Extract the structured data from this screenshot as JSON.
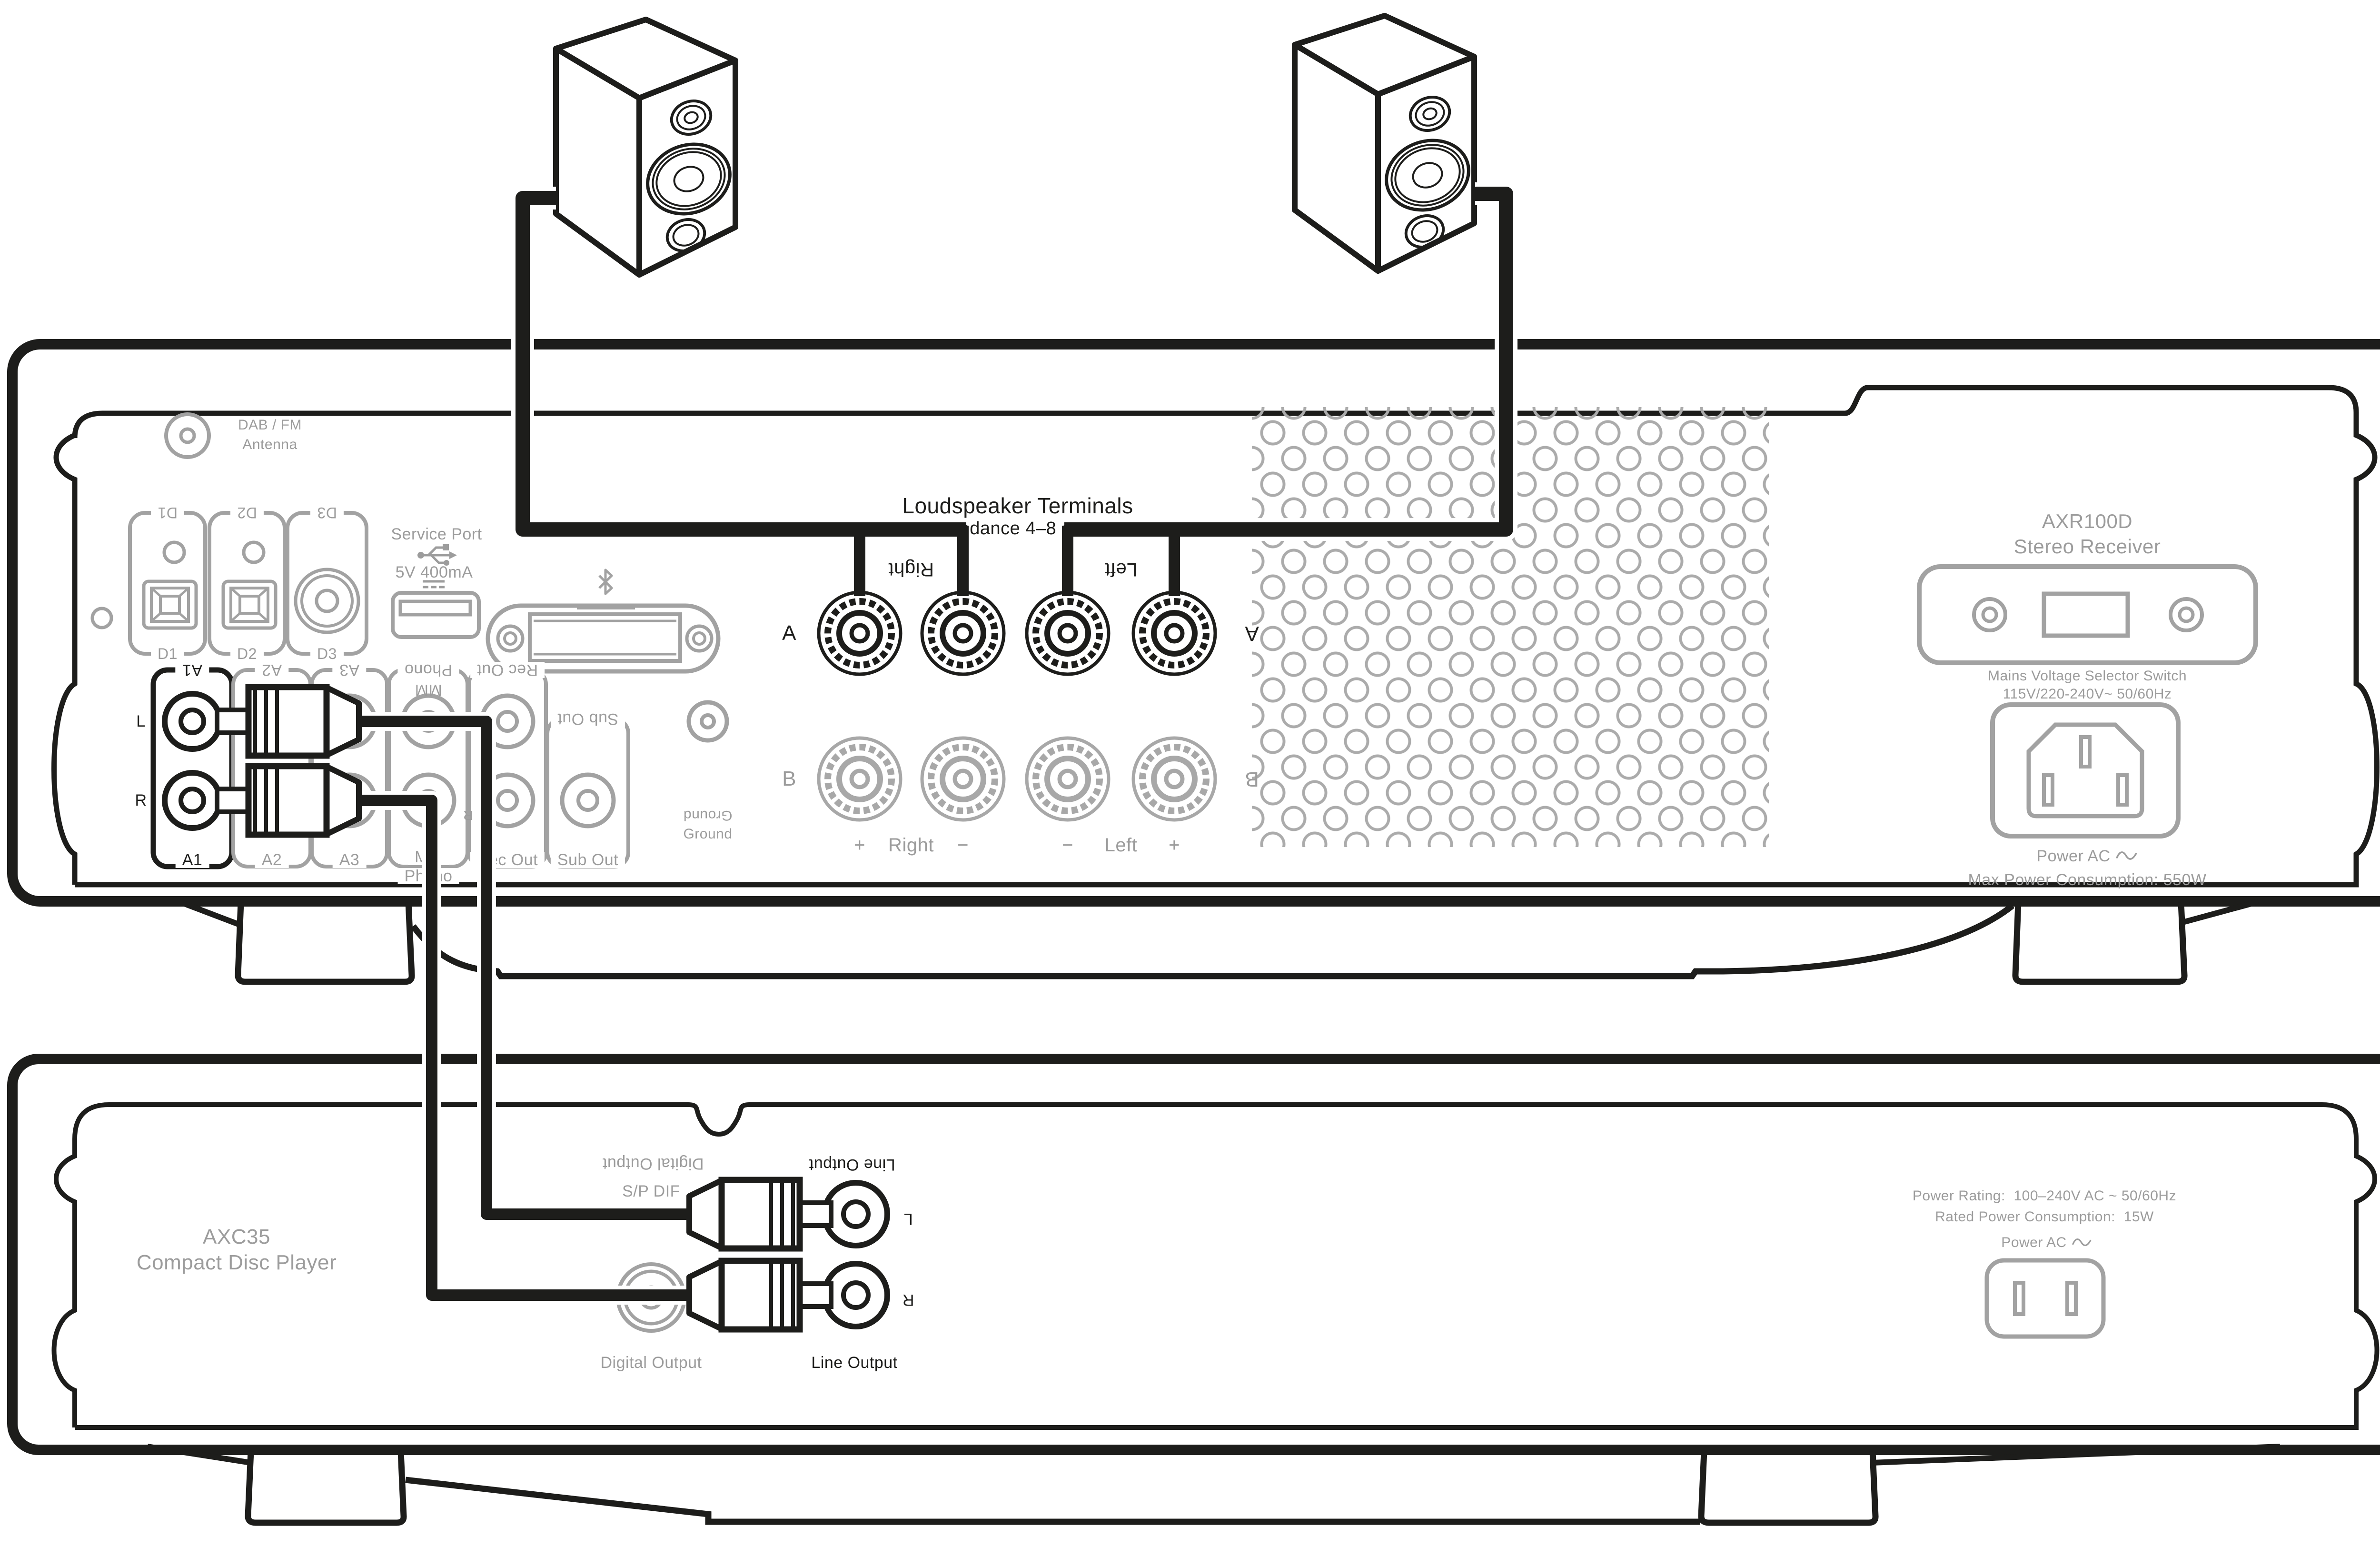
{
  "colors": {
    "line_black": "#1d1d1b",
    "line_grey": "#a2a2a2",
    "text_grey": "#9c9c9c",
    "background": "#ffffff"
  },
  "receiver": {
    "antenna": {
      "line1": "DAB / FM",
      "line2": "Antenna"
    },
    "digital_inputs": {
      "d1": "D1",
      "d2": "D2",
      "d3": "D3"
    },
    "service_port": {
      "title": "Service Port",
      "rating": "5V 400mA",
      "usb_icon": "usb-icon",
      "dc_icon": "dc-symbol-icon"
    },
    "bluetooth": {
      "icon": "bluetooth-icon"
    },
    "inputs": {
      "a1": "A1",
      "a2": "A2",
      "a3": "A3",
      "mm": "MM",
      "phono": "Phono",
      "rec_out": "Rec Out",
      "sub_out": "Sub Out",
      "left_ch": "L",
      "right_ch": "R",
      "phono_r_mark": "R",
      "ground": "Ground"
    },
    "speaker_terminals": {
      "title": "Loudspeaker Terminals",
      "subtitle": "Impedance 4–8 ohms",
      "row_a": "A",
      "row_b": "B",
      "plus": "+",
      "minus": "−",
      "right": "Right",
      "left": "Left"
    },
    "model": {
      "line1": "AXR100D",
      "line2": "Stereo Receiver"
    },
    "voltage": {
      "line1": "Mains Voltage Selector Switch",
      "line2": "115V/220-240V~ 50/60Hz"
    },
    "power": {
      "ac": "Power AC",
      "max": "Max Power Consumption: 550W"
    }
  },
  "cd_player": {
    "model": {
      "line1": "AXC35",
      "line2": "Compact Disc Player"
    },
    "digital_output": {
      "label": "Digital Output",
      "spdif": "S/P DIF"
    },
    "line_output": {
      "label": "Line Output",
      "l": "L",
      "r": "R"
    },
    "power": {
      "rating": "Power Rating:  100–240V AC ~ 50/60Hz",
      "consumption": "Rated Power Consumption:  15W",
      "ac": "Power AC"
    }
  }
}
